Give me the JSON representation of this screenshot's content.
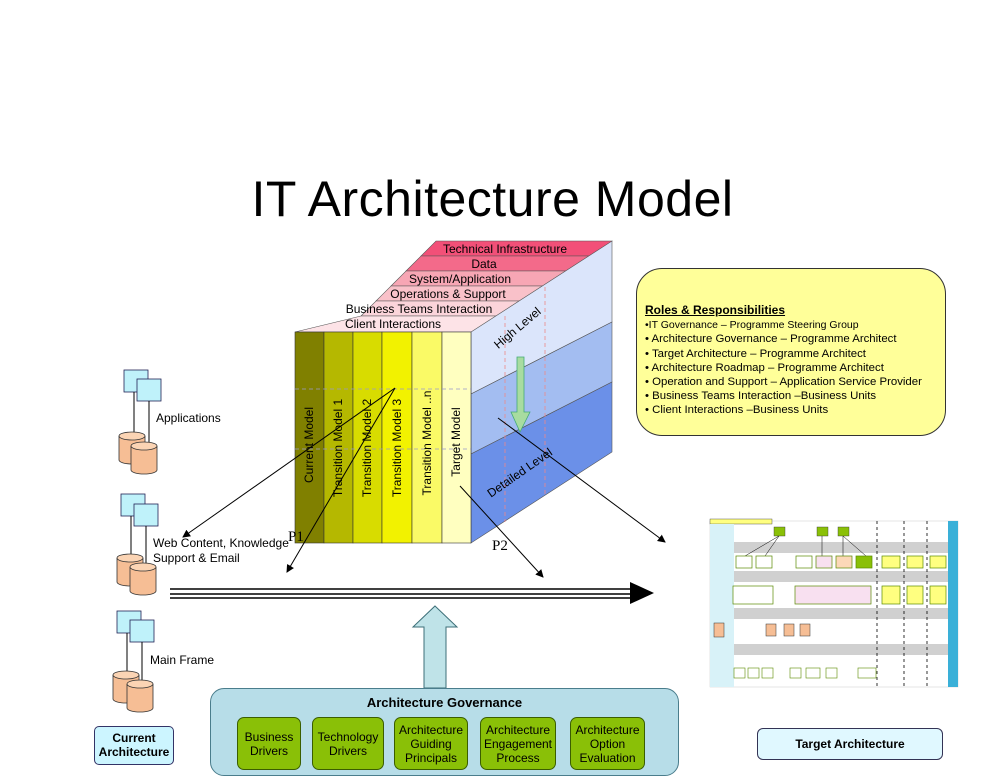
{
  "title": "IT Architecture Model",
  "cube": {
    "layers": [
      "Technical Infrastructure",
      "Data",
      "System/Application",
      "Operations & Support",
      "Business Teams Interaction",
      "Client Interactions"
    ],
    "models": [
      "Current Model",
      "Transition Model 1",
      "Transition Model 2",
      "Transition Model 3",
      "Transition Model ..n",
      "Target Model"
    ],
    "high_level": "High Level",
    "detailed_level": "Detailed Level"
  },
  "markers": {
    "p1": "P1",
    "p2": "P2"
  },
  "systems": {
    "applications": "Applications",
    "web_content_line1": "Web Content, Knowledge",
    "web_content_line2": "Support & Email",
    "main_frame": "Main Frame"
  },
  "roles": {
    "heading": "Roles & Responsibilities",
    "items": [
      "•IT Governance – Programme Steering Group",
      "• Architecture Governance – Programme Architect",
      "• Target Architecture – Programme Architect",
      "• Architecture Roadmap – Programme Architect",
      "• Operation and Support – Application Service Provider",
      "• Business Teams Interaction –Business Units",
      "• Client Interactions –Business Units"
    ]
  },
  "governance": {
    "title": "Architecture Governance",
    "boxes": [
      {
        "line1": "Business",
        "line2": "Drivers",
        "line3": ""
      },
      {
        "line1": "Technology",
        "line2": "Drivers",
        "line3": ""
      },
      {
        "line1": "Architecture",
        "line2": "Guiding",
        "line3": "Principals"
      },
      {
        "line1": "Architecture",
        "line2": "Engagement",
        "line3": "Process"
      },
      {
        "line1": "Architecture",
        "line2": "Option",
        "line3": "Evaluation"
      }
    ]
  },
  "current_architecture": {
    "line1": "Current",
    "line2": "Architecture"
  },
  "target_architecture": "Target Architecture",
  "colors": {
    "model_columns": [
      "#808000",
      "#b5b800",
      "#d8dc00",
      "#f2f200",
      "#fafa66",
      "#ffffc0"
    ],
    "layer_tops": [
      "#f25078",
      "#f36a8a",
      "#f7a6b4",
      "#f9c1c9",
      "#fbd4da",
      "#fde3e7"
    ],
    "side_bands": [
      "#dbe5fb",
      "#a3bdf1",
      "#6b90e8"
    ],
    "roles_bg": "#ffff99",
    "governance_bg": "#b7dde8",
    "governance_box": "#8ac007"
  }
}
